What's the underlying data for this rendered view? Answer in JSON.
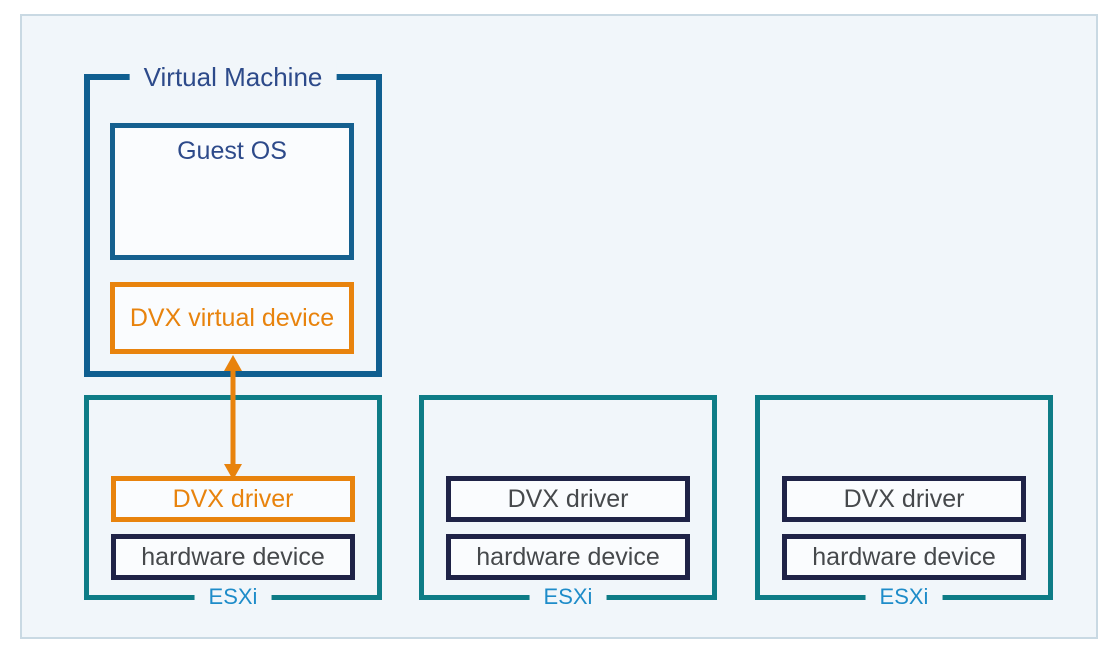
{
  "diagram": {
    "virtual_machine": {
      "title": "Virtual Machine",
      "guest_os_label": "Guest OS",
      "dvx_virtual_device_label": "DVX virtual device"
    },
    "hosts": [
      {
        "label": "ESXi",
        "dvx_driver_label": "DVX driver",
        "hardware_device_label": "hardware device",
        "highlighted": true
      },
      {
        "label": "ESXi",
        "dvx_driver_label": "DVX driver",
        "hardware_device_label": "hardware device",
        "highlighted": false
      },
      {
        "label": "ESXi",
        "dvx_driver_label": "DVX driver",
        "hardware_device_label": "hardware device",
        "highlighted": false
      }
    ],
    "icons": {
      "connection_arrow": "double-headed-vertical-arrow"
    },
    "colors": {
      "page_background": "#ffffff",
      "panel_background": "#f1f6fa",
      "panel_border": "#c9d9e3",
      "vm_border": "#105f90",
      "vm_title_text": "#2d4a8a",
      "esxi_border": "#0e7c86",
      "esxi_label_text": "#1e8cc9",
      "accent_orange": "#e8830d",
      "dark_navy_border": "#1f2347",
      "box_text_gray": "#46494c",
      "inner_box_background": "#fafcfe"
    }
  }
}
